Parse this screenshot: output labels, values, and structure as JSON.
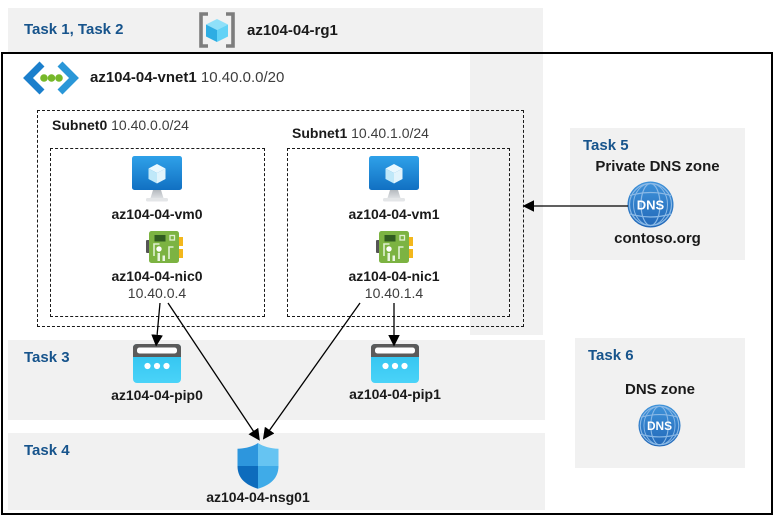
{
  "colors": {
    "band_bg": "#f1f1f1",
    "task_label": "#17548c",
    "outer_border": "#000000",
    "dashed_border": "#1a1a1a",
    "label_text": "#1a1a1a",
    "muted_text": "#3d3d3d",
    "vm_blue": "#1f8ad6",
    "nic_green": "#7cb342",
    "pip_cyan": "#35c7f0",
    "nsg_blue": "#0d6cbd",
    "dns_blue": "#2e7cc9"
  },
  "header": {
    "tasks_label": "Task 1, Task 2",
    "resource_group": "az104-04-rg1"
  },
  "vnet": {
    "name": "az104-04-vnet1",
    "cidr": "10.40.0.0/20"
  },
  "subnets": [
    {
      "name": "Subnet0",
      "cidr": "10.40.0.0/24",
      "vm": "az104-04-vm0",
      "nic": "az104-04-nic0",
      "nic_ip": "10.40.0.4"
    },
    {
      "name": "Subnet1",
      "cidr": "10.40.1.0/24",
      "vm": "az104-04-vm1",
      "nic": "az104-04-nic1",
      "nic_ip": "10.40.1.4"
    }
  ],
  "task3": {
    "label": "Task 3",
    "pip0": "az104-04-pip0",
    "pip1": "az104-04-pip1"
  },
  "task4": {
    "label": "Task 4",
    "nsg": "az104-04-nsg01"
  },
  "task5": {
    "label": "Task 5",
    "title": "Private DNS zone",
    "zone_name": "contoso.org"
  },
  "task6": {
    "label": "Task 6",
    "title": "DNS zone"
  },
  "icons": {
    "resource_group": "resource-group-icon",
    "virtual_network": "virtual-network-icon",
    "virtual_machine": "virtual-machine-icon",
    "network_interface": "network-interface-icon",
    "public_ip": "public-ip-icon",
    "network_security_group": "shield-icon",
    "dns_zone": "dns-globe-icon"
  }
}
